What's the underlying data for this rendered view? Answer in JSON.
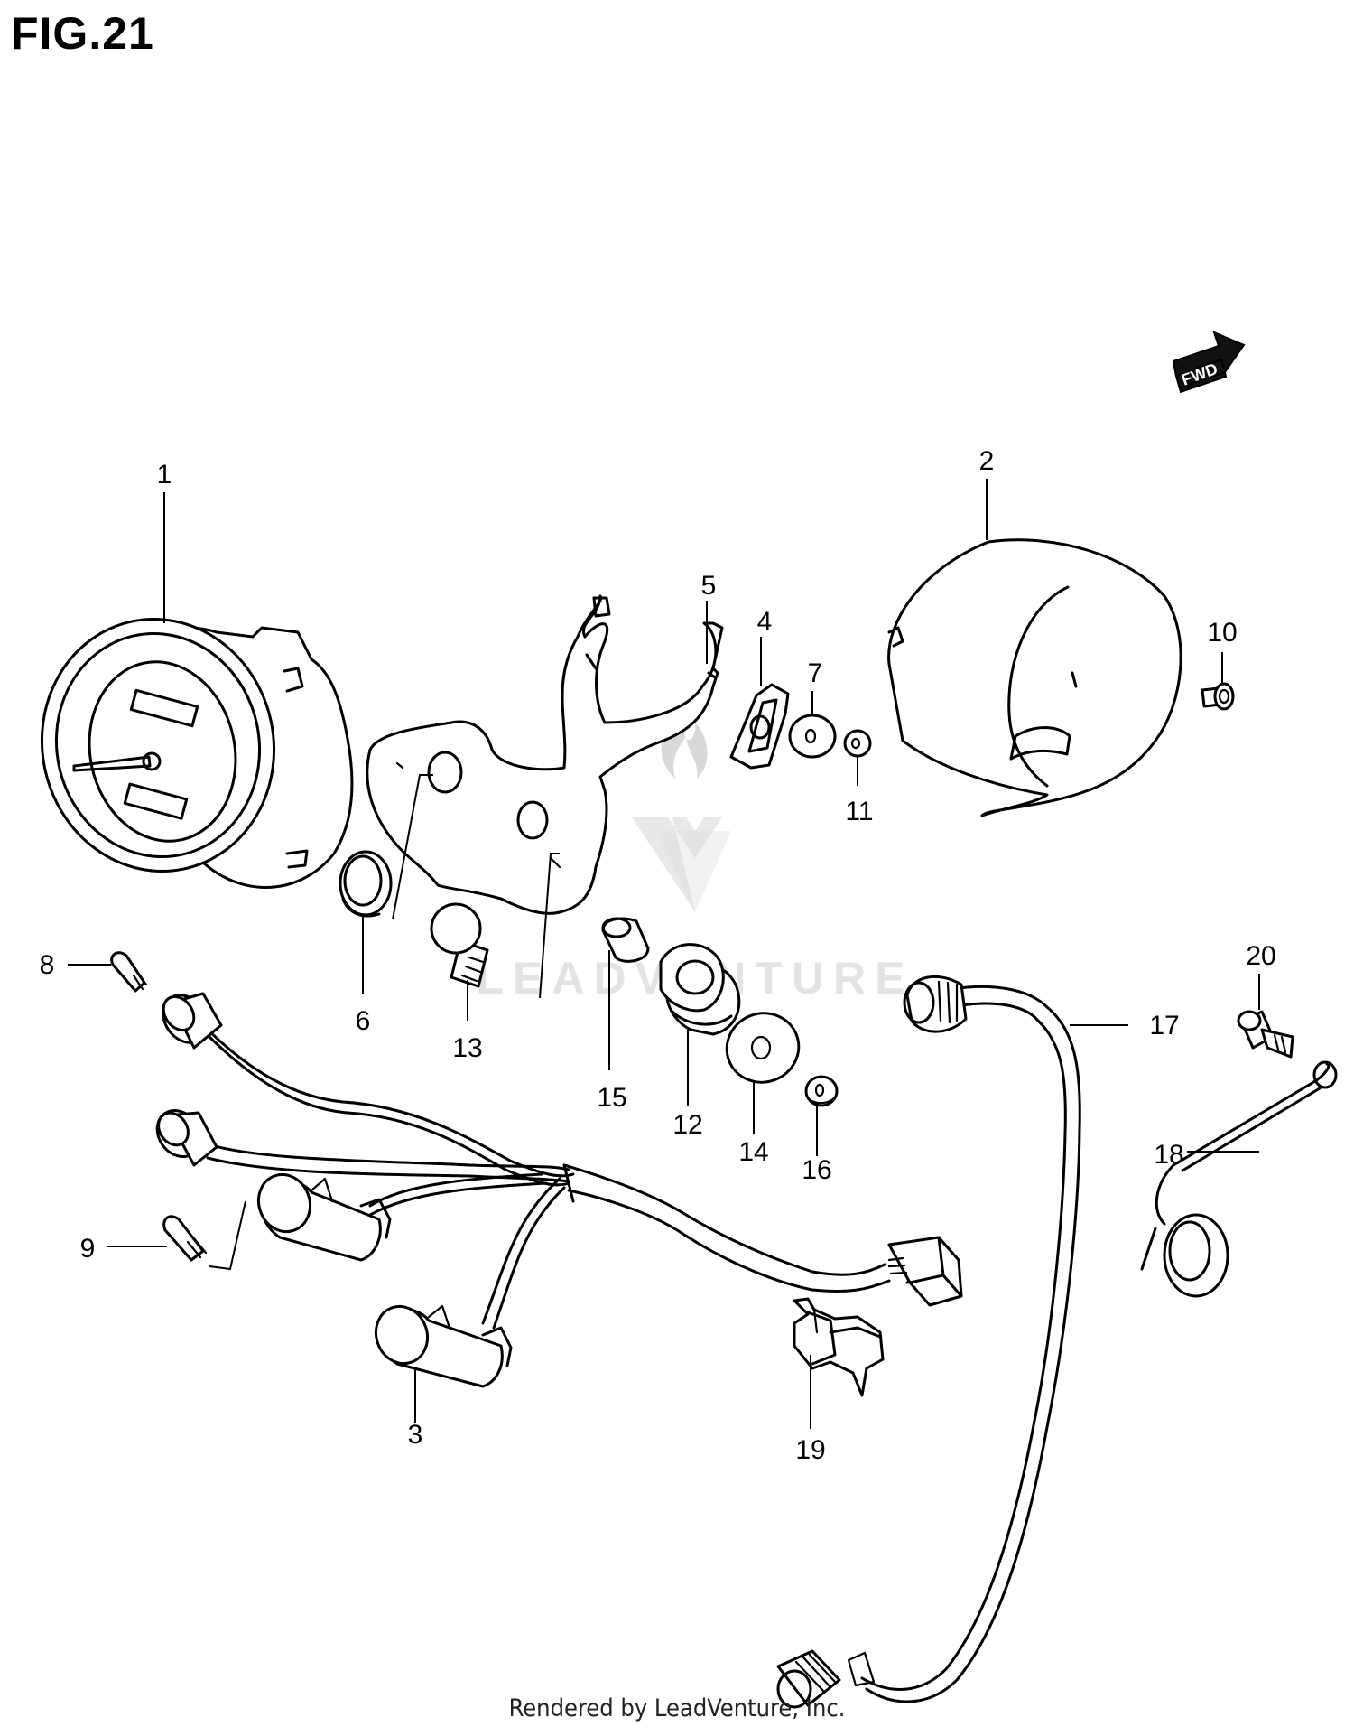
{
  "title": "FIG.21",
  "footer": "Rendered by LeadVenture, Inc.",
  "watermark": "LEADVENTURE",
  "fwd_label": "FWD",
  "callouts": [
    {
      "id": "1",
      "label": "1"
    },
    {
      "id": "2",
      "label": "2"
    },
    {
      "id": "3",
      "label": "3"
    },
    {
      "id": "4",
      "label": "4"
    },
    {
      "id": "5",
      "label": "5"
    },
    {
      "id": "6",
      "label": "6"
    },
    {
      "id": "7",
      "label": "7"
    },
    {
      "id": "8",
      "label": "8"
    },
    {
      "id": "9",
      "label": "9"
    },
    {
      "id": "10",
      "label": "10"
    },
    {
      "id": "11",
      "label": "11"
    },
    {
      "id": "12",
      "label": "12"
    },
    {
      "id": "13",
      "label": "13"
    },
    {
      "id": "14",
      "label": "14"
    },
    {
      "id": "15",
      "label": "15"
    },
    {
      "id": "16",
      "label": "16"
    },
    {
      "id": "17",
      "label": "17"
    },
    {
      "id": "18",
      "label": "18"
    },
    {
      "id": "19",
      "label": "19"
    },
    {
      "id": "20",
      "label": "20"
    }
  ]
}
